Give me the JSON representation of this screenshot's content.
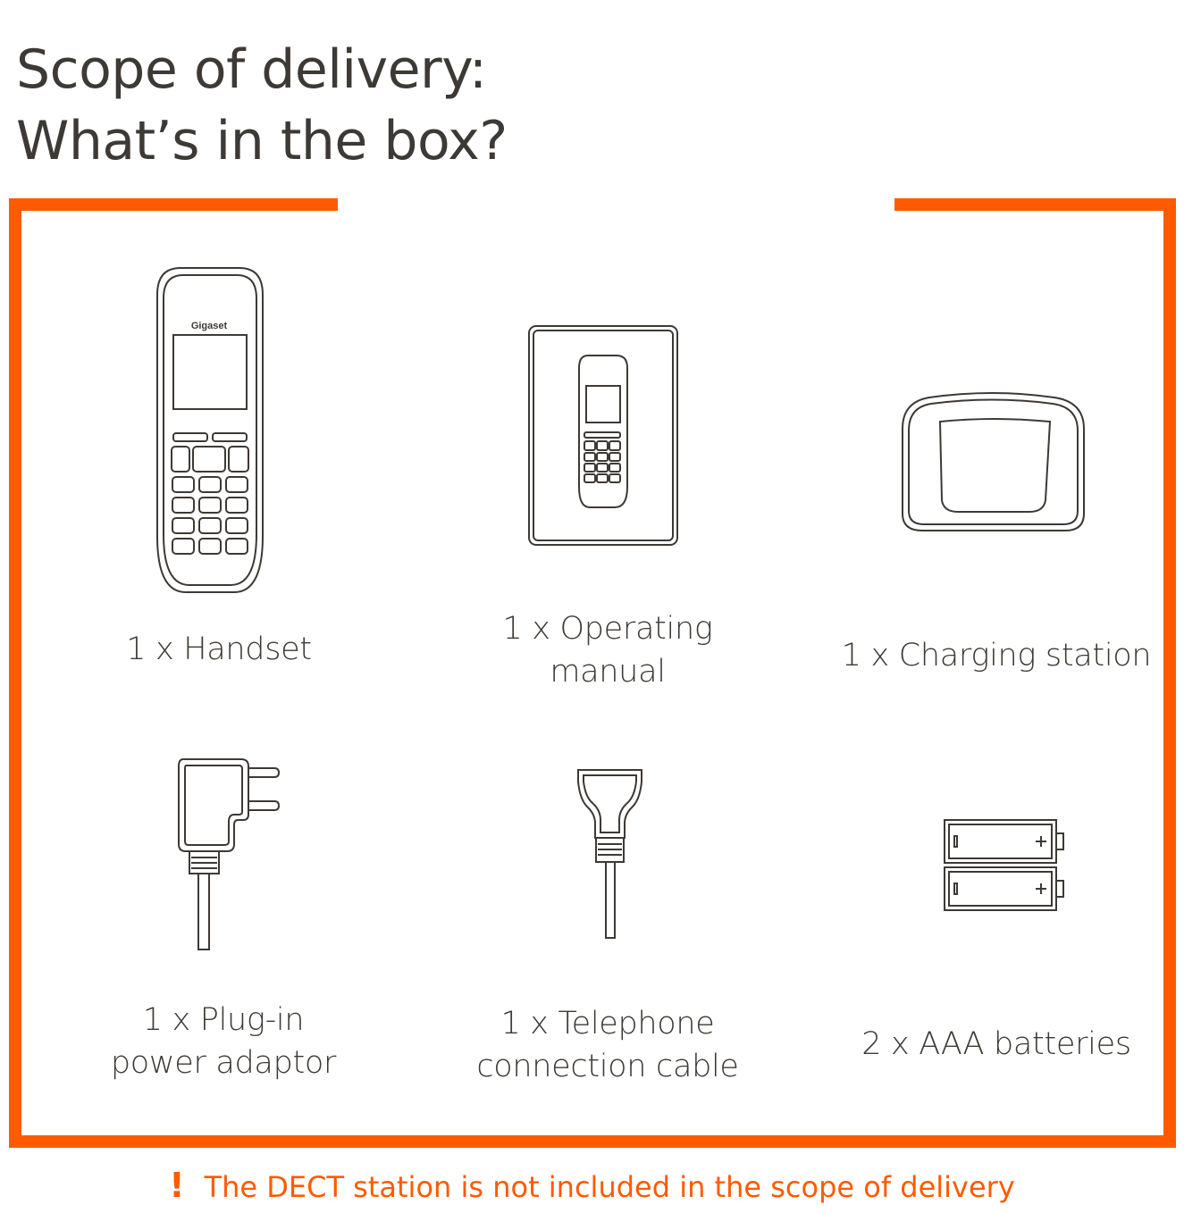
{
  "title": {
    "line1": "Scope of delivery:",
    "line2": "What’s in the box?"
  },
  "accent_color": "#ff5a00",
  "handset_logo": "Gigaset",
  "items": [
    {
      "icon": "handset-icon",
      "lines": [
        "1 x Handset"
      ]
    },
    {
      "icon": "operating-manual-icon",
      "lines": [
        "1 x Operating",
        "manual"
      ]
    },
    {
      "icon": "charging-station-icon",
      "lines": [
        "1 x Charging station"
      ]
    },
    {
      "icon": "power-adaptor-icon",
      "lines": [
        "1 x Plug-in",
        "power adaptor"
      ]
    },
    {
      "icon": "telephone-cable-icon",
      "lines": [
        "1 x Telephone",
        "connection cable"
      ]
    },
    {
      "icon": "aaa-batteries-icon",
      "lines": [
        "2 x AAA batteries"
      ]
    }
  ],
  "footnote": {
    "symbol": "!",
    "text": "The DECT station is not included in the scope of delivery"
  }
}
